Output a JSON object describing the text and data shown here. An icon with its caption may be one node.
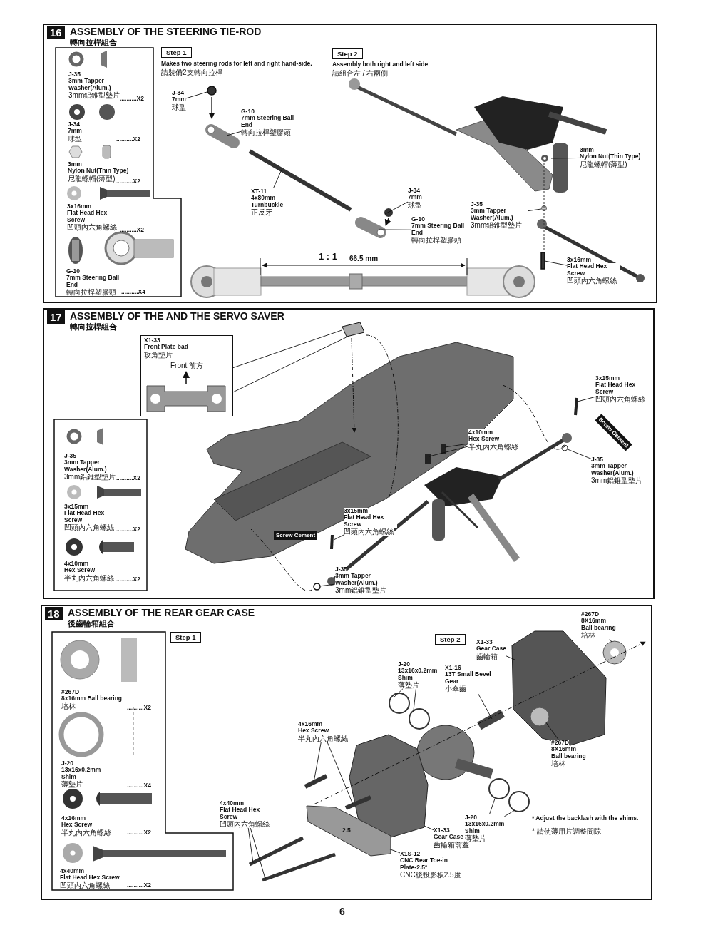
{
  "diagram": {
    "nodes": [
      {
        "text": [
          "16",
          "ASSEMBLY OF THE STEERING TIE-ROD",
          "轉向拉桿組合"
        ]
      },
      {
        "text": [],
        "shape": "box",
        "in": 0
      },
      {
        "text": [
          "Step 1"
        ],
        "in": 0
      },
      {
        "text": [
          "Step 2"
        ],
        "in": 0
      },
      {
        "text": [
          "J-34",
          "7mm",
          "球型"
        ],
        "in": 0
      },
      {
        "text": [
          "G-10",
          "7mm Steering Ball End",
          "轉向拉桿塑膠頭"
        ],
        "in": 0
      },
      {
        "text": [
          "XT-11",
          "4x80mm",
          "Turnbuckle",
          "正反牙"
        ],
        "in": 0
      },
      {
        "text": [
          "J-34",
          "7mm",
          "球型"
        ],
        "in": 0
      },
      {
        "text": [
          "G-10",
          "7mm Steering Ball End",
          "轉向拉桿塑膠頭"
        ],
        "in": 0
      },
      {
        "text": [
          "3mm",
          "Nylon Nut(Thin Type)",
          "尼龍螺帽(薄型)"
        ],
        "in": 0
      },
      {
        "text": [
          "J-35",
          "3mm Tapper Washer(Alum.)",
          "3mm鋁錐型墊片"
        ],
        "in": 0
      },
      {
        "text": [
          "3x16mm",
          "Flat Head Hex Screw",
          "凹頭內六角螺絲"
        ],
        "in": 0
      },
      {
        "text": [
          "17",
          "ASSEMBLY OF THE AND THE SERVO SAVER",
          "轉向拉桿組合"
        ]
      },
      {
        "text": [
          "X1-33",
          "Front Plate bad",
          "攻角墊片",
          "Front 前方"
        ],
        "in": 12
      },
      {
        "text": [],
        "shape": "box",
        "in": 12
      },
      {
        "text": [
          "3x15mm",
          "Flat Head Hex Screw",
          "凹頭內六角螺絲"
        ],
        "in": 12
      },
      {
        "text": [
          "4x10mm",
          "Hex Screw",
          "半丸內六角螺絲"
        ],
        "in": 12
      },
      {
        "text": [
          "J-35",
          "3mm Tapper Washer(Alum.)",
          "3mm鋁錐型墊片"
        ],
        "in": 12
      },
      {
        "text": [
          "3x15mm",
          "Flat Head Hex Screw",
          "凹頭內六角螺絲"
        ],
        "in": 12
      },
      {
        "text": [
          "J-35",
          "3mm Tapper Washer(Alum.)",
          "3mm鋁錐型墊片"
        ],
        "in": 12
      },
      {
        "text": [
          "Screw Cement"
        ],
        "in": 12
      },
      {
        "text": [
          "Screw Cement"
        ],
        "in": 12
      },
      {
        "text": [
          "18",
          "ASSEMBLY OF THE REAR GEAR CASE",
          "後齒輪箱組合"
        ]
      },
      {
        "text": [],
        "shape": "box",
        "in": 22
      },
      {
        "text": [
          "Step 1"
        ],
        "in": 22
      },
      {
        "text": [
          "Step 2"
        ],
        "in": 22
      },
      {
        "text": [
          "#267D",
          "8X16mm",
          "Ball bearing",
          "培林"
        ],
        "in": 22
      },
      {
        "text": [
          "X1-33",
          "Gear Case",
          "齒輪箱"
        ],
        "in": 22
      },
      {
        "text": [
          "X1-16",
          "13T Small Bevel Gear",
          "小傘齒"
        ],
        "in": 22
      },
      {
        "text": [
          "J-20",
          "13x16x0.2mm",
          "Shim",
          "薄墊片"
        ],
        "in": 22
      },
      {
        "text": [
          "4x16mm",
          "Hex Screw",
          "半丸內六角螺絲"
        ],
        "in": 22
      },
      {
        "text": [
          "#267D",
          "8X16mm",
          "Ball bearing",
          "培林"
        ],
        "in": 22
      },
      {
        "text": [
          "4x40mm",
          "Flat Head Hex Screw",
          "凹頭內六角螺絲"
        ],
        "in": 22
      },
      {
        "text": [
          "J-20",
          "13x16x0.2mm",
          "Shim",
          "薄墊片"
        ],
        "in": 22
      },
      {
        "text": [
          "X1-33",
          "Gear Case",
          "齒輪箱前蓋"
        ],
        "in": 22
      },
      {
        "text": [
          "X1S-12",
          "CNC Rear Toe-in Plate-2.5°",
          "CNC後投影板2.5度"
        ],
        "in": 22
      },
      {
        "text": [],
        "shape": "picture",
        "in": 12
      },
      {
        "text": [],
        "shape": "circle",
        "in": 12
      },
      {
        "text": [],
        "shape": "circle",
        "in": 0
      },
      {
        "text": [],
        "shape": "bar",
        "in": 0
      }
    ],
    "edges": [
      {
        "from": 4,
        "to": 38,
        "arrow": "none"
      },
      {
        "from": 5,
        "to": null,
        "arrow": "none"
      },
      {
        "from": 6,
        "to": null,
        "arrow": "none"
      },
      {
        "from": 7,
        "to": null,
        "arrow": "none"
      },
      {
        "from": 8,
        "to": null,
        "arrow": "none"
      },
      {
        "from": 9,
        "to": null,
        "arrow": "none"
      },
      {
        "from": 10,
        "to": null,
        "arrow": "none"
      },
      {
        "from": 11,
        "to": 39,
        "arrow": "none"
      },
      {
        "from": 13,
        "to": 36,
        "arrow": "none"
      },
      {
        "from": 13,
        "to": 36,
        "arrow": "none"
      },
      {
        "from": 15,
        "to": null,
        "arrow": "none"
      },
      {
        "from": 16,
        "to": null,
        "arrow": "none"
      },
      {
        "from": 16,
        "to": null,
        "arrow": "none"
      },
      {
        "from": 17,
        "to": null,
        "arrow": "none"
      },
      {
        "from": 18,
        "to": null,
        "arrow": "none"
      },
      {
        "from": 19,
        "to": 37,
        "arrow": "none"
      },
      {
        "from": 26,
        "to": null,
        "arrow": "none"
      },
      {
        "from": 27,
        "to": null,
        "arrow": "none"
      },
      {
        "from": 28,
        "to": null,
        "arrow": "none"
      },
      {
        "from": 29,
        "to": null,
        "arrow": "none"
      },
      {
        "from": 29,
        "to": null,
        "arrow": "none"
      },
      {
        "from": 30,
        "to": null,
        "arrow": "none"
      },
      {
        "from": 30,
        "to": null,
        "arrow": "none"
      },
      {
        "from": 31,
        "to": null,
        "arrow": "none"
      },
      {
        "from": 32,
        "to": null,
        "arrow": "none"
      },
      {
        "from": 32,
        "to": null,
        "arrow": "none"
      },
      {
        "from": 33,
        "to": null,
        "arrow": "none"
      },
      {
        "from": 33,
        "to": null,
        "arrow": "none"
      },
      {
        "from": 34,
        "to": null,
        "arrow": "none"
      },
      {
        "from": 35,
        "to": null,
        "arrow": "none"
      }
    ],
    "labels": [
      "J-35",
      "3mm Tapper Washer(Alum.)",
      "3mm鋁錐型墊片",
      "..........X2",
      "J-34",
      "7mm",
      "球型",
      "..........X2",
      "3mm",
      "Nylon Nut(Thin Type)",
      "尼龍螺帽(薄型)",
      "..........X2",
      "3x16mm",
      "Flat Head Hex Screw",
      "凹頭內六角螺絲",
      "..........X2",
      "G-10",
      "7mm Steering Ball End",
      "轉向拉桿塑膠頭",
      "..........X4",
      "Makes two steering rods for left and right hand-side.",
      "請裝備2支轉向拉桿",
      "Assembly both right and left side",
      "請組合左 / 右兩側",
      "1 : 1",
      "66.5 mm",
      "J-35",
      "3mm Tapper Washer(Alum.)",
      "3mm鋁錐型墊片",
      "..........X2",
      "3x15mm",
      "Flat Head Hex Screw",
      "凹頭內六角螺絲",
      "..........X2",
      "4x10mm",
      "Hex Screw",
      "半丸內六角螺絲",
      "..........X2",
      "#267D",
      "8x16mm Ball bearing",
      "培林",
      "..........X2",
      "J-20",
      "13x16x0.2mm",
      "Shim",
      "薄墊片",
      "..........X4",
      "4x16mm",
      "Hex Screw",
      "半丸內六角螺絲",
      "..........X2",
      "4x40mm",
      "Flat Head Hex Screw",
      "凹頭內六角螺絲",
      "..........X2",
      "2.5",
      "* Adjust the backlash with the shims.",
      "* 請使薄用片調整間隙",
      "6"
    ]
  }
}
